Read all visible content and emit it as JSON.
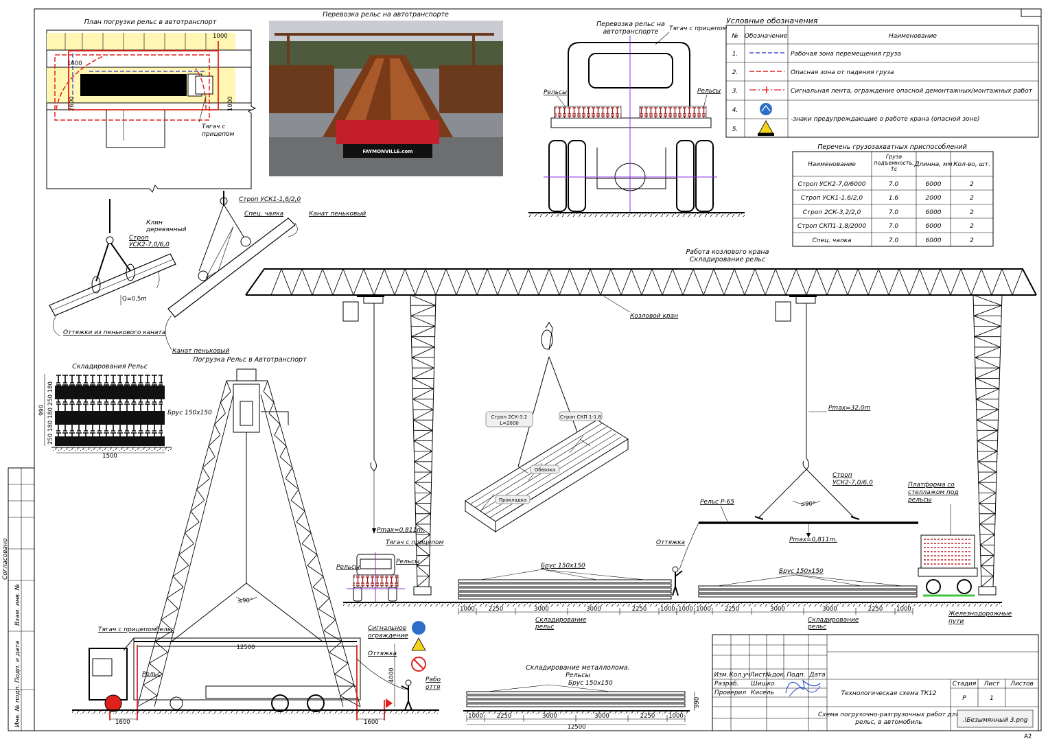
{
  "frame": {
    "sheet_format": "A2"
  },
  "loading_plan": {
    "title": "План погрузки рельс в автотранспорт",
    "dims": [
      "1000",
      "1600",
      "2600",
      "1000"
    ],
    "tractor_label_line1": "Тягач с",
    "tractor_label_line2": "прицепом"
  },
  "photo": {
    "title": "Перевозка рельс на автотранспорте",
    "trailer_brand": "FAYMONVILLE.com"
  },
  "truck_rear": {
    "title_line1": "Перевозка рельс на",
    "title_line2": "автотранспорте",
    "tractor_label": "Тягач с прицепом",
    "rails_left": "Рельсы",
    "rails_right": "Рельсы"
  },
  "legend": {
    "title": "Условные обозначения",
    "headers": [
      "№",
      "Обозначение",
      "Наименование"
    ],
    "rows": [
      {
        "no": "1.",
        "kind": "blue-dash",
        "name": "Рабочая зона перемещения груза"
      },
      {
        "no": "2.",
        "kind": "red-dash",
        "name": "Опасная зона от падения груза"
      },
      {
        "no": "3.",
        "kind": "red-tape",
        "name": "Сигнальная лента, ограждение опасной демонтажных/монтажных работ"
      },
      {
        "no": "4.",
        "kind": "sign-round",
        "name": ""
      },
      {
        "no": "5.",
        "kind": "sign-triangle",
        "name": ""
      }
    ],
    "signs_text": "-знаки предупреждающие о работе крана (опасной зоне)"
  },
  "slings_table": {
    "title": "Перечень грузозахватных приспособлений",
    "headers": [
      "Наименование",
      "Груза подъемность, Тс",
      "Длинна, мм",
      "Кол-во, шт."
    ],
    "rows": [
      [
        "Строп УСК2-7,0/6000",
        "7.0",
        "6000",
        "2"
      ],
      [
        "Строп УСК1-1,6/2,0",
        "1.6",
        "2000",
        "2"
      ],
      [
        "Строп 2СК-3,2/2,0",
        "7.0",
        "6000",
        "2"
      ],
      [
        "Строп СКП1-1,8/2000",
        "7.0",
        "6000",
        "2"
      ],
      [
        "Спец. чалка",
        "7.0",
        "6000",
        "2"
      ]
    ]
  },
  "slinging": {
    "sling1": "Строп УСК1-1,6/2,0",
    "spec_chalka": "Спец. чалка",
    "rope1": "Канат пеньковый",
    "wedge_line1": "Клин",
    "wedge_line2": "деревянный",
    "sling2_line1": "Строп",
    "sling2_line2": "УСК2-7,0/6,0",
    "height": "Q=0,5m",
    "guy_ropes": "Оттяжки из пенькового каната",
    "rope2": "Канат пеньковый"
  },
  "storage": {
    "title": "Складирования Рельс",
    "timber": "Брус 150x150",
    "dim_height": "990",
    "dim_left": "250 180 180 250 180",
    "dim_width": "1500"
  },
  "loading": {
    "title": "Погрузка Рельс в Автотранспорт",
    "angle": "≤90°",
    "length": "12500",
    "tractor": "Тягач с прицепом",
    "rail_top": "Рельс",
    "rail_bottom": "Рельс",
    "signal_line1": "Сигнальное",
    "signal_line2": "ограждение",
    "guy": "Оттяжка",
    "height": "4000",
    "worker_line1": "Рабо",
    "worker_line2": "оття",
    "dim_left": "1600",
    "dim_right": "1600"
  },
  "gantry": {
    "title_line1": "Работа козлового крана",
    "title_line2": "Складирование рельс",
    "crane": "Козловой кран",
    "pmax_left": "Pmax=0,811m.",
    "tractor": "Тягач с прицепом",
    "rails_left": "Рельсы",
    "rails_right": "Рельсы",
    "pmax_hook": "Pmax=32,0m",
    "sling_line1": "Строп",
    "sling_line2": "УСК2-7,0/6,0",
    "rail": "Рельс Р-65",
    "angle": "≤90°",
    "pmax_load": "Pmax=0,811m.",
    "guy": "Оттяжка",
    "platform_line1": "Платформа со",
    "platform_line2": "стеллажом под",
    "platform_line3": "рельсы",
    "timber1": "Брус 150x150",
    "timber2": "Брус 150x150",
    "stack1_line1": "Складирование",
    "stack1_line2": "рельс",
    "stack2_line1": "Складирование",
    "stack2_line2": "рельс",
    "railway_line1": "Железнодорожные",
    "railway_line2": "пути",
    "dims1": [
      "1000",
      "2250",
      "3000",
      "3000",
      "2250",
      "1000"
    ],
    "dims2": [
      "1000",
      "1000",
      "2250",
      "3000",
      "3000",
      "2250",
      "1000"
    ]
  },
  "bundle": {
    "sling1_line1": "Строп 2СК-3.2",
    "sling1_line2": "L=2000",
    "sling2": "Строп СКП 1-1.8",
    "tie": "Обвязка",
    "pad": "Прокладка"
  },
  "scrap": {
    "title_line1": "Складирование металлолома.",
    "title_line2": "Рельсы",
    "timber": "Брус 150x150",
    "dims": [
      "1000",
      "2250",
      "3000",
      "3000",
      "2250",
      "1000"
    ],
    "total": "12500",
    "height": "990"
  },
  "side_stamp": {
    "labels": [
      "Согласовано",
      "Взам. инв. №",
      "Подп. и дата",
      "Инв. № подл."
    ]
  },
  "title_block": {
    "headers": [
      "Изм.",
      "Кол.уч",
      "Лист",
      "№док.",
      "Подп.",
      "Дата"
    ],
    "row1": [
      "Разраб.",
      "Шишко"
    ],
    "row2": [
      "Проверил",
      "Кисель"
    ],
    "project": "Технологическая схема ТК12",
    "stage_headers": [
      "Стадия",
      "Лист",
      "Листов"
    ],
    "stage_values": [
      "Р",
      "1",
      ""
    ],
    "drawing_line1": "Схема погрузочно-разгрузочных работ для",
    "drawing_line2": "рельс, в автомобиль",
    "file": ".\\Безымянный 3.png"
  }
}
